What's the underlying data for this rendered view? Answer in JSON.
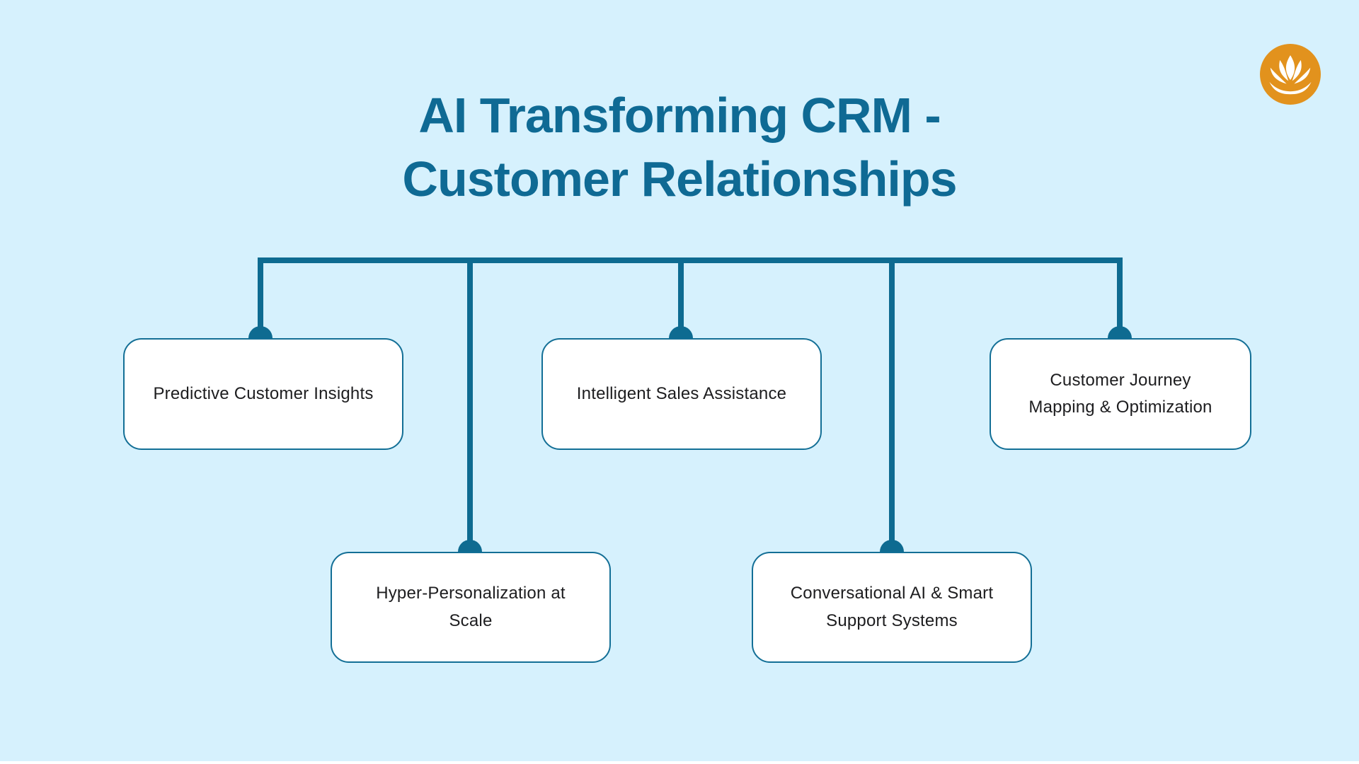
{
  "title": {
    "lines": [
      "AI Transforming CRM -",
      "Customer Relationships"
    ]
  },
  "logo": {
    "icon": "lotus-icon"
  },
  "diagram": {
    "type": "tree",
    "nodes": [
      {
        "id": "predictive-customer-insights",
        "lines": [
          "Predictive Customer Insights"
        ]
      },
      {
        "id": "intelligent-sales-assistance",
        "lines": [
          "Intelligent Sales Assistance"
        ]
      },
      {
        "id": "customer-journey-mapping",
        "lines": [
          "Customer Journey",
          "Mapping & Optimization"
        ]
      },
      {
        "id": "hyper-personalization",
        "lines": [
          "Hyper-Personalization at",
          "Scale"
        ]
      },
      {
        "id": "conversational-ai-support",
        "lines": [
          "Conversational AI & Smart",
          "Support Systems"
        ]
      }
    ]
  },
  "theme": {
    "page-bg": "#d6f1fd",
    "title-color": "#0f6a94",
    "connector-color": "#0e6b91",
    "node-border": "#136f96",
    "node-bg": "#ffffff",
    "node-text": "#1d1d1f",
    "logo-bg": "#e2921d",
    "logo-glyph": "#ffffff"
  }
}
